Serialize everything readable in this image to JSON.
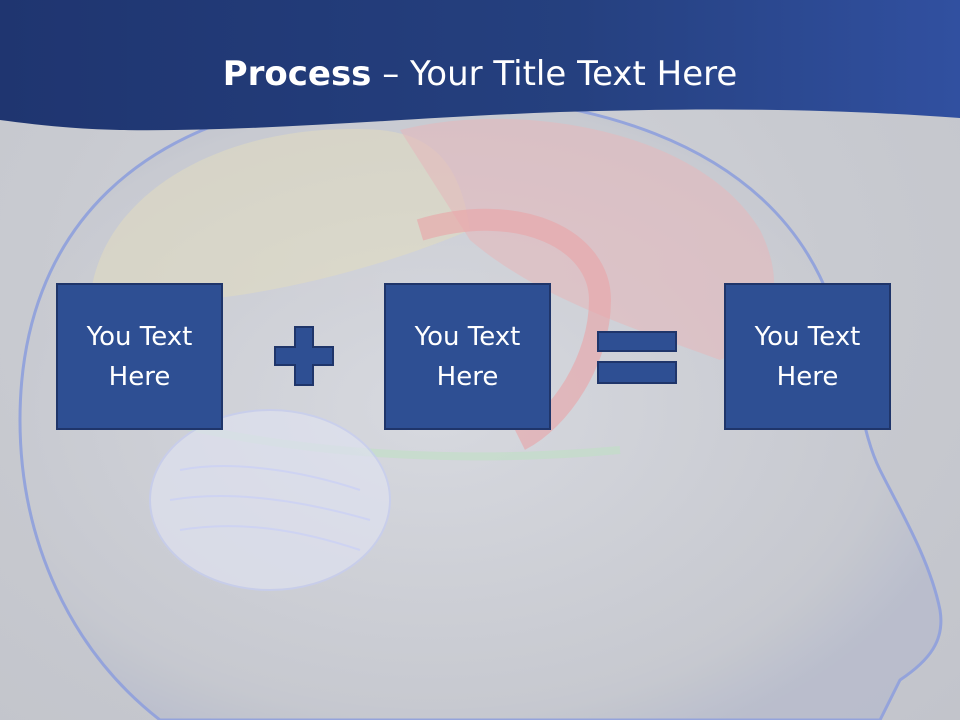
{
  "title": {
    "bold": "Process",
    "rest": " – Your Title Text Here"
  },
  "boxes": [
    {
      "text": "You Text Here"
    },
    {
      "text": "You Text Here"
    },
    {
      "text": "You Text Here"
    }
  ],
  "operators": [
    "plus-icon",
    "equals-icon"
  ],
  "colors": {
    "header": "#25407f",
    "box_fill": "#2e4f93",
    "box_border": "#1f356a",
    "background": "#c9cbd1"
  }
}
